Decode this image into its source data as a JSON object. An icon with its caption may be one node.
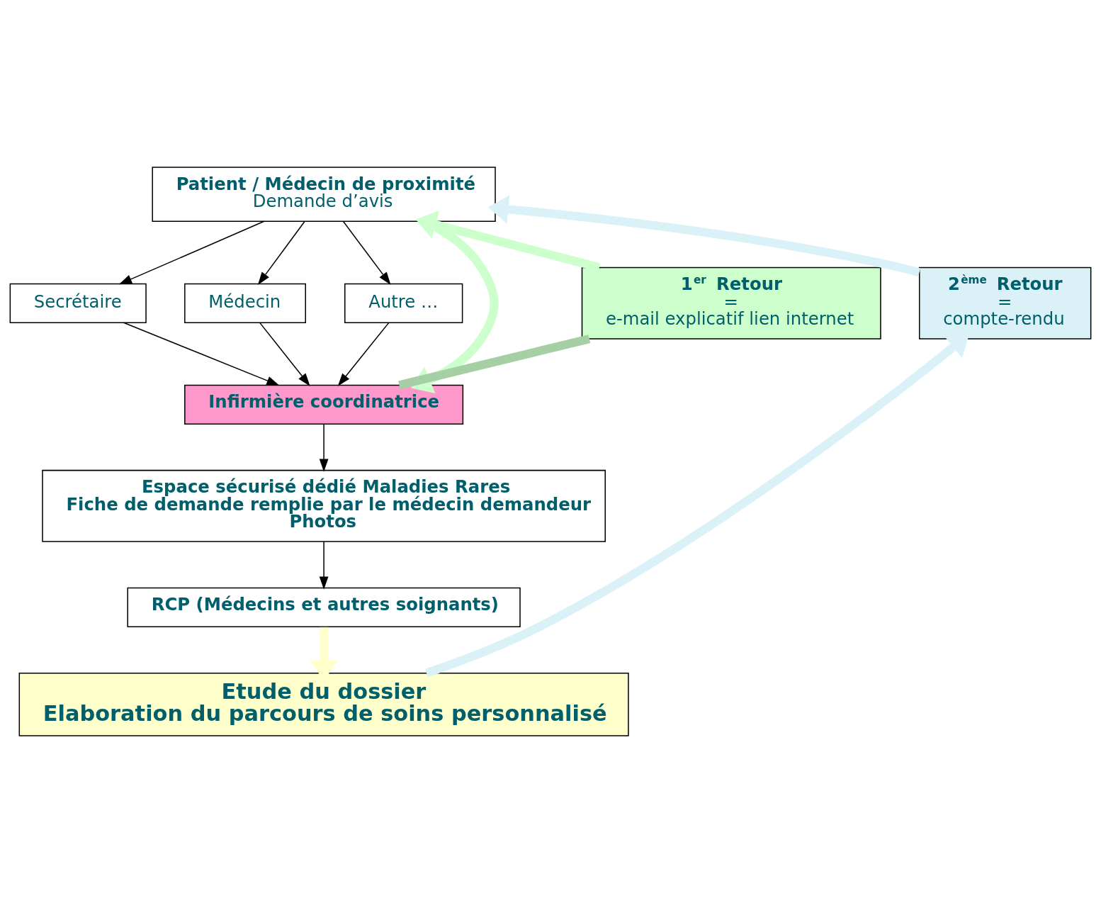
{
  "diagram": {
    "nodes": [
      {
        "text": [
          "Patient / Médecin de proximité",
          "Demande d’avis"
        ]
      },
      {
        "text": [
          "Secrétaire"
        ]
      },
      {
        "text": [
          "Médecin"
        ]
      },
      {
        "text": [
          "Autre …"
        ]
      },
      {
        "text": [
          "Infirmière coordinatrice"
        ]
      },
      {
        "text": [
          "Espace sécurisé dédié Maladies Rares",
          "Fiche de demande remplie par le médecin demandeur",
          "Photos"
        ]
      },
      {
        "text": [
          "RCP (Médecins et autres soignants)"
        ]
      },
      {
        "text": [
          "Etude du dossier",
          "Elaboration du parcours de soins personnalisé"
        ]
      },
      {
        "text": [
          "1$^{er}$ Retour",
          "=",
          "e-mail explicatif lien internet"
        ]
      },
      {
        "text": [
          "2$^{ème}$ Retour",
          "=",
          "compte-rendu"
        ]
      }
    ],
    "edges": [
      {
        "from": 0,
        "to": 1,
        "arrow": "to"
      },
      {
        "from": 0,
        "to": 2,
        "arrow": "to"
      },
      {
        "from": 0,
        "to": 3,
        "arrow": "to"
      },
      {
        "from": 0,
        "to": 4,
        "arrow": "to",
        "style": "thick",
        "color": "#ccffcc"
      },
      {
        "from": 1,
        "to": 4,
        "arrow": "to"
      },
      {
        "from": 2,
        "to": 4,
        "arrow": "to"
      },
      {
        "from": 3,
        "to": 4,
        "arrow": "to"
      },
      {
        "from": 4,
        "to": 5,
        "arrow": "to"
      },
      {
        "from": 5,
        "to": 6,
        "arrow": "to"
      },
      {
        "from": 6,
        "to": 7,
        "arrow": "to",
        "style": "thick",
        "color": "#ffffcc"
      },
      {
        "from": 4,
        "to": 8,
        "arrow": "none",
        "style": "thick",
        "color": "#a6cfa6"
      },
      {
        "from": 8,
        "to": 0,
        "arrow": "to",
        "style": "thick",
        "color": "#ccffcc"
      },
      {
        "from": 7,
        "to": 9,
        "arrow": "to",
        "style": "thick",
        "color": "#daf2f7"
      },
      {
        "from": 9,
        "to": 0,
        "arrow": "to",
        "style": "thick",
        "color": "#daf2f7"
      }
    ]
  }
}
